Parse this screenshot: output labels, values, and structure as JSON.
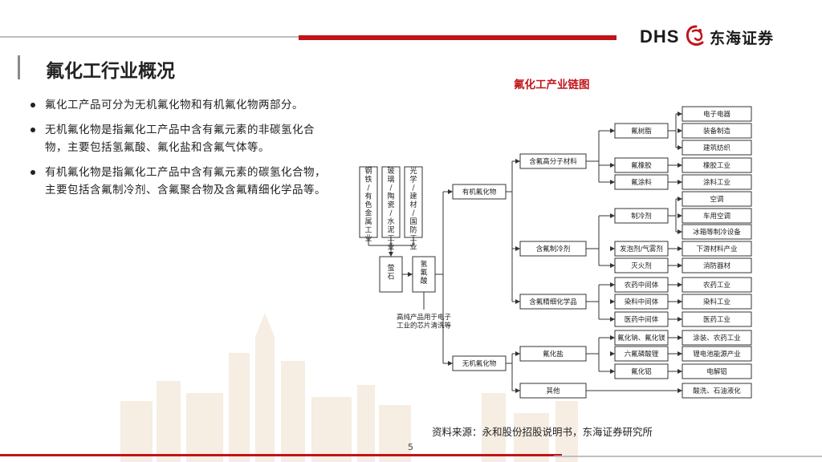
{
  "header": {
    "logo_latin": "DHS",
    "logo_cn": "东海证券",
    "colors": {
      "brand_red": "#c0141b",
      "rule_grey": "#bfbfbf"
    }
  },
  "page": {
    "title": "氟化工行业概况",
    "page_number": "5"
  },
  "bullets": [
    "氟化工产品可分为无机氟化物和有机氟化物两部分。",
    "无机氟化物是指氟化工产品中含有氟元素的非碳氢化合物，主要包括氢氟酸、氟化盐和含氟气体等。",
    "有机氟化物是指氟化工产品中含有氟元素的碳氢化合物，主要包括含氟制冷剂、含氟聚合物及含氟精细化学品等。"
  ],
  "diagram": {
    "title": "氟化工产业链图",
    "upstream": [
      "钢铁/有色金属工业",
      "玻璃/陶瓷/水泥工业",
      "光学/建材/国防工业"
    ],
    "fluorite": "萤石",
    "hf": "氢氟酸",
    "hf_note": "高纯产品用于电子工业的芯片清洗等",
    "organic": "有机氟化物",
    "inorganic": "无机氟化物",
    "poly": "含氟高分子材料",
    "refrig": "含氟制冷剂",
    "fine": "含氟精细化学品",
    "salt": "氟化盐",
    "other": "其他",
    "resin": "氟树脂",
    "rubber": "氟橡胶",
    "coating": "氟涂料",
    "refrigerant": "制冷剂",
    "foaming": "发泡剂/气雾剂",
    "extinguish": "灭火剂",
    "pesticide_mid": "农药中间体",
    "dye_mid": "染料中间体",
    "medical_mid": "医药中间体",
    "nacs": "氟化钠、氟化镁",
    "lipf6": "六氟磷酸锂",
    "alf3": "氟化铝",
    "u_electronics": "电子电器",
    "u_equipment": "装备制造",
    "u_textile": "建筑纺织",
    "u_rubber": "橡胶工业",
    "u_paint": "涂料工业",
    "u_ac": "空调",
    "u_car_ac": "车用空调",
    "u_fridge": "冰箱等制冷设备",
    "u_downstream": "下游材料产业",
    "u_fire": "消防器材",
    "u_agri": "农药工业",
    "u_dye": "染料工业",
    "u_medical": "医药工业",
    "u_coat_agri": "涂装、农药工业",
    "u_battery": "锂电池能源产业",
    "u_electrolytic": "电解铝",
    "u_acid": "酸洗、石油液化"
  },
  "source": "资料来源：永和股份招股说明书，东海证券研究所"
}
